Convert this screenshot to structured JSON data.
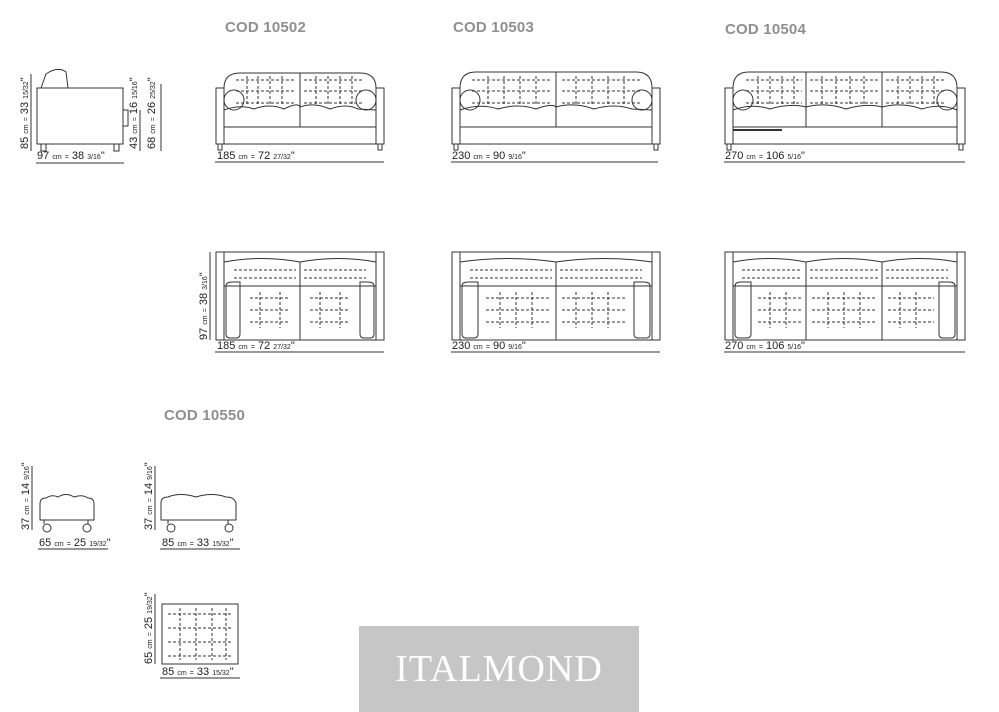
{
  "models": [
    {
      "code": "COD 10502"
    },
    {
      "code": "COD 10503"
    },
    {
      "code": "COD 10504"
    },
    {
      "code": "COD 10550"
    }
  ],
  "dimensions": {
    "side_width": {
      "cm": "97",
      "unit_cm": "cm",
      "sep": "=",
      "in": "38",
      "in_frac": "3/16",
      "q": "\""
    },
    "side_height": {
      "cm": "85",
      "unit_cm": "cm",
      "sep": "=",
      "in": "33",
      "in_frac": "15/32",
      "q": "\""
    },
    "seat_height": {
      "cm": "43",
      "unit_cm": "cm",
      "sep": "=",
      "in": "16",
      "in_frac": "15/16",
      "q": "\""
    },
    "arm_height": {
      "cm": "68",
      "unit_cm": "cm",
      "sep": "=",
      "in": "26",
      "in_frac": "25/32",
      "q": "\""
    },
    "w_10502": {
      "cm": "185",
      "unit_cm": "cm",
      "sep": "=",
      "in": "72",
      "in_frac": "27/32",
      "q": "\""
    },
    "w_10503": {
      "cm": "230",
      "unit_cm": "cm",
      "sep": "=",
      "in": "90",
      "in_frac": "9/16",
      "q": "\""
    },
    "w_10504": {
      "cm": "270",
      "unit_cm": "cm",
      "sep": "=",
      "in": "106",
      "in_frac": "5/16",
      "q": "\""
    },
    "depth_top": {
      "cm": "97",
      "unit_cm": "cm",
      "sep": "=",
      "in": "38",
      "in_frac": "3/16",
      "q": "\""
    },
    "w_top_10502": {
      "cm": "185",
      "unit_cm": "cm",
      "sep": "=",
      "in": "72",
      "in_frac": "27/32",
      "q": "\""
    },
    "w_top_10503": {
      "cm": "230",
      "unit_cm": "cm",
      "sep": "=",
      "in": "90",
      "in_frac": "9/16",
      "q": "\""
    },
    "w_top_10504": {
      "cm": "270",
      "unit_cm": "cm",
      "sep": "=",
      "in": "106",
      "in_frac": "5/16",
      "q": "\""
    },
    "ottoman_h1": {
      "cm": "37",
      "unit_cm": "cm",
      "sep": "=",
      "in": "14",
      "in_frac": "9/16",
      "q": "\""
    },
    "ottoman_d": {
      "cm": "65",
      "unit_cm": "cm",
      "sep": "=",
      "in": "25",
      "in_frac": "19/32",
      "q": "\""
    },
    "ottoman_h2": {
      "cm": "37",
      "unit_cm": "cm",
      "sep": "=",
      "in": "14",
      "in_frac": "9/16",
      "q": "\""
    },
    "ottoman_w": {
      "cm": "85",
      "unit_cm": "cm",
      "sep": "=",
      "in": "33",
      "in_frac": "15/32",
      "q": "\""
    },
    "ottoman_top_d": {
      "cm": "65",
      "unit_cm": "cm",
      "sep": "=",
      "in": "25",
      "in_frac": "19/32",
      "q": "\""
    },
    "ottoman_top_w": {
      "cm": "85",
      "unit_cm": "cm",
      "sep": "=",
      "in": "33",
      "in_frac": "15/32",
      "q": "\""
    }
  },
  "watermark": "ITALMOND"
}
